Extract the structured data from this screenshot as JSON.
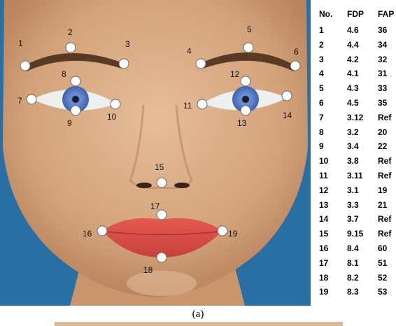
{
  "landmarks": [
    {
      "label": "1"
    },
    {
      "label": "2"
    },
    {
      "label": "3"
    },
    {
      "label": "4"
    },
    {
      "label": "5"
    },
    {
      "label": "6"
    },
    {
      "label": "7"
    },
    {
      "label": "8"
    },
    {
      "label": "9"
    },
    {
      "label": "10"
    },
    {
      "label": "11"
    },
    {
      "label": "12"
    },
    {
      "label": "13"
    },
    {
      "label": "14"
    },
    {
      "label": "15"
    },
    {
      "label": "16"
    },
    {
      "label": "17"
    },
    {
      "label": "18"
    },
    {
      "label": "19"
    }
  ],
  "table": {
    "headers": [
      "No.",
      "FDP",
      "FAP"
    ],
    "rows": [
      [
        "1",
        "4.6",
        "36"
      ],
      [
        "2",
        "4.4",
        "34"
      ],
      [
        "3",
        "4.2",
        "32"
      ],
      [
        "4",
        "4.1",
        "31"
      ],
      [
        "5",
        "4.3",
        "33"
      ],
      [
        "6",
        "4.5",
        "35"
      ],
      [
        "7",
        "3.12",
        "Ref"
      ],
      [
        "8",
        "3.2",
        "20"
      ],
      [
        "9",
        "3.4",
        "22"
      ],
      [
        "10",
        "3.8",
        "Ref"
      ],
      [
        "11",
        "3.11",
        "Ref"
      ],
      [
        "12",
        "3.1",
        "19"
      ],
      [
        "13",
        "3.3",
        "21"
      ],
      [
        "14",
        "3.7",
        "Ref"
      ],
      [
        "15",
        "9.15",
        "Ref"
      ],
      [
        "16",
        "8.4",
        "60"
      ],
      [
        "17",
        "8.1",
        "51"
      ],
      [
        "18",
        "8.2",
        "52"
      ],
      [
        "19",
        "8.3",
        "53"
      ]
    ]
  },
  "caption": "(a)",
  "colors": {
    "background": "#2a6fa3",
    "skin": "#d6a77f",
    "brow": "#5a3a24",
    "iris": "#5c7fc6",
    "lips": "#d94f47",
    "marker": "#ffffff"
  }
}
